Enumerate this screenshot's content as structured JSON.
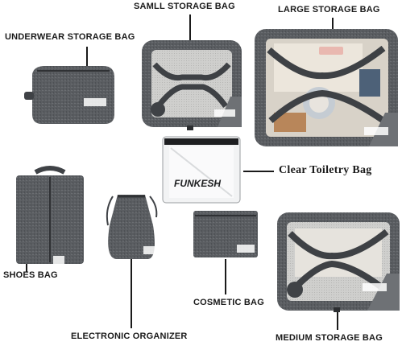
{
  "labels": {
    "small_storage_bag": "SAMLL STORAGE BAG",
    "large_storage_bag": "LARGE STORAGE BAG",
    "underwear_storage_bag": "UNDERWEAR STORAGE BAG",
    "clear_toiletry_bag": "Clear Toiletry Bag",
    "shoes_bag": "SHOES BAG",
    "electronic_organizer": "ELECTRONIC ORGANIZER",
    "cosmetic_bag": "COSMETIC BAG",
    "medium_storage_bag": "MEDIUM STORAGE BAG"
  },
  "brand_text": "Funkesh",
  "colors": {
    "fabric": "#5a5d61",
    "fabric_dark": "#3f4246",
    "mesh": "#c9c9c7",
    "label_text": "#1a1a1a",
    "background": "#ffffff"
  }
}
